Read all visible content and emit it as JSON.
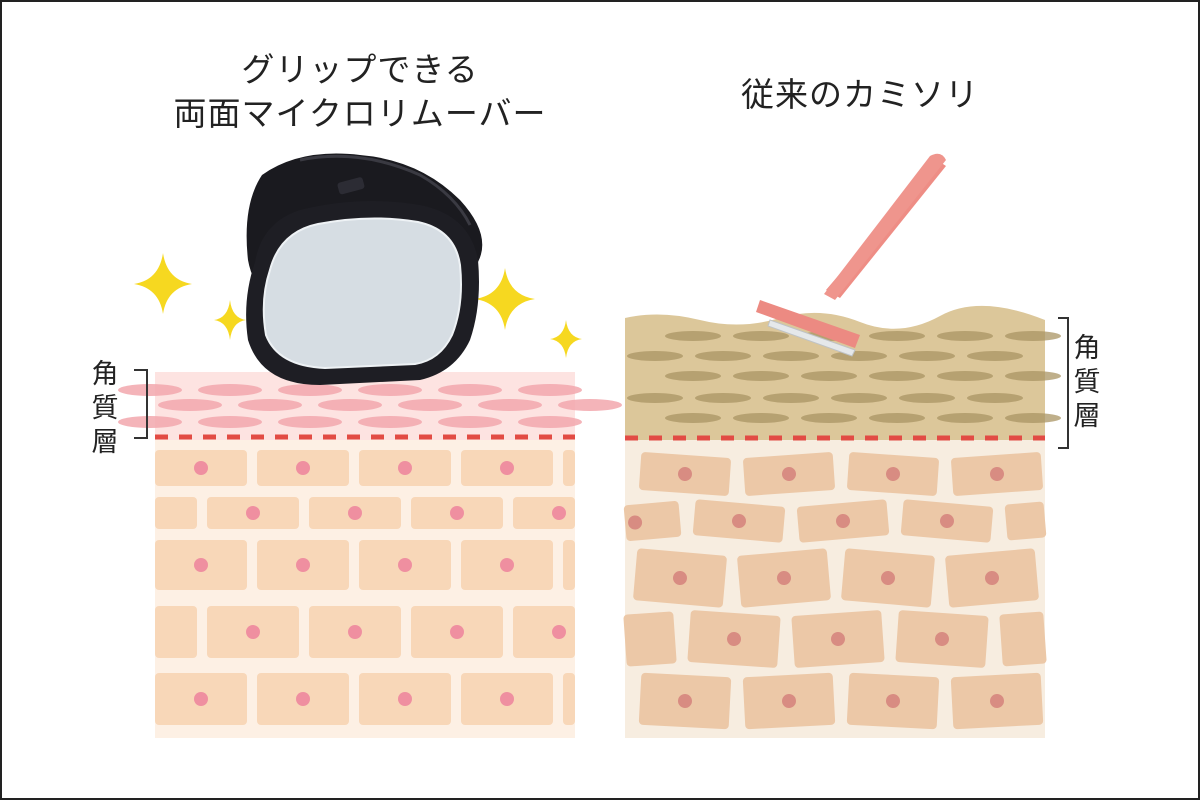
{
  "left_panel": {
    "title_line1": "グリップできる",
    "title_line2": "両面マイクロリムーバー",
    "layer_label": [
      "角",
      "質",
      "層"
    ]
  },
  "right_panel": {
    "title": "従来のカミソリ",
    "layer_label": [
      "角",
      "質",
      "層"
    ]
  },
  "colors": {
    "left_skin_bg": "#fdf0e4",
    "left_cell": "#f8d7b8",
    "left_nucleus": "#ef8fa0",
    "left_stratum": "#f9cfd2",
    "left_stratum_cell": "#f2a7ad",
    "dash_line": "#e24b44",
    "right_skin_bg": "#f7ede0",
    "right_cell": "#ecc8a7",
    "right_nucleus": "#d88c82",
    "right_stratum": "#d4bf8c",
    "right_stratum_cell": "#a99463",
    "razor": "#ee8d85",
    "sparkle": "#f6d820",
    "device_body": "#1a1a1f",
    "device_face": "#d6dde3"
  }
}
